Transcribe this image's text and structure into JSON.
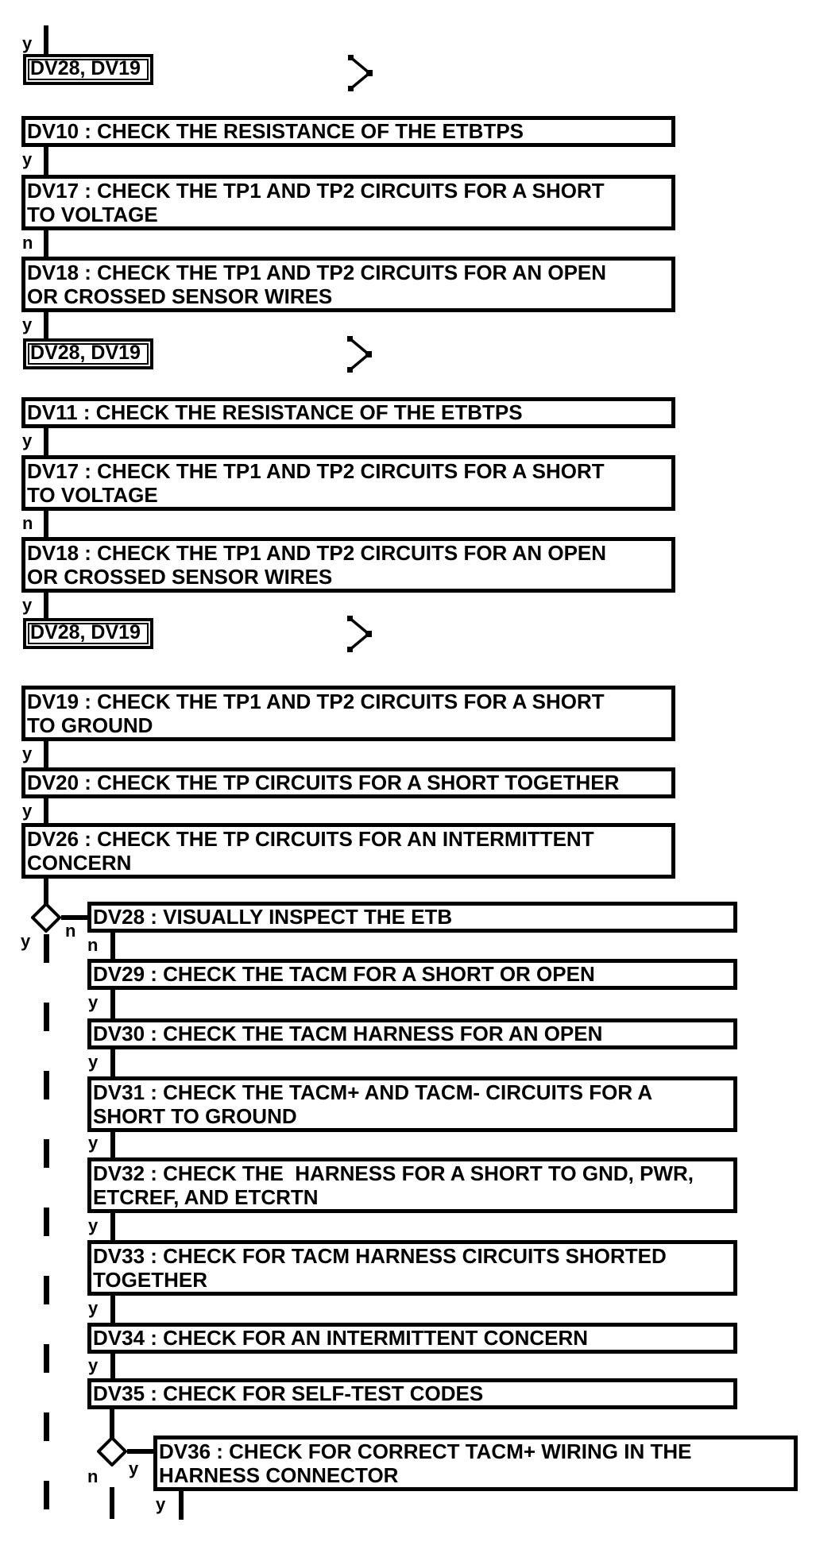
{
  "labels": {
    "yes": "y",
    "no": "n"
  },
  "link_label": "DV28, DV19",
  "nodes": {
    "dv10": [
      "DV10 : CHECK THE RESISTANCE OF THE ETBTPS"
    ],
    "dv11": [
      "DV11 : CHECK THE RESISTANCE OF THE ETBTPS"
    ],
    "dv17": [
      "DV17 : CHECK THE TP1 AND TP2 CIRCUITS FOR A SHORT",
      "TO VOLTAGE"
    ],
    "dv18": [
      "DV18 : CHECK THE TP1 AND TP2 CIRCUITS FOR AN OPEN",
      "OR CROSSED SENSOR WIRES"
    ],
    "dv19": [
      "DV19 : CHECK THE TP1 AND TP2 CIRCUITS FOR A SHORT",
      "TO GROUND"
    ],
    "dv20": [
      "DV20 : CHECK THE TP CIRCUITS FOR A SHORT TOGETHER"
    ],
    "dv26": [
      "DV26 : CHECK THE TP CIRCUITS FOR AN INTERMITTENT",
      "CONCERN"
    ],
    "dv28": [
      "DV28 : VISUALLY INSPECT THE ETB"
    ],
    "dv29": [
      "DV29 : CHECK THE TACM FOR A SHORT OR OPEN"
    ],
    "dv30": [
      "DV30 : CHECK THE TACM HARNESS FOR AN OPEN"
    ],
    "dv31": [
      "DV31 : CHECK THE TACM+ AND TACM- CIRCUITS FOR A",
      "SHORT TO GROUND"
    ],
    "dv32": [
      "DV32 : CHECK THE  HARNESS FOR A SHORT TO GND, PWR,",
      "ETCREF, AND ETCRTN"
    ],
    "dv33": [
      "DV33 : CHECK FOR TACM HARNESS CIRCUITS SHORTED",
      "TOGETHER"
    ],
    "dv34": [
      "DV34 : CHECK FOR AN INTERMITTENT CONCERN"
    ],
    "dv35": [
      "DV35 : CHECK FOR SELF-TEST CODES"
    ],
    "dv36": [
      "DV36 : CHECK FOR CORRECT TACM+ WIRING IN THE",
      "HARNESS CONNECTOR"
    ]
  },
  "colors": {
    "ink": "#000000",
    "paper": "#ffffff"
  }
}
